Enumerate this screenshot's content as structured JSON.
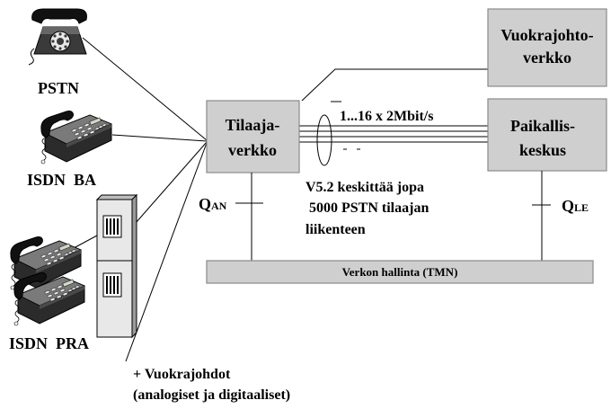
{
  "terminals": {
    "pstn": "PSTN",
    "isdn_ba": "ISDN  BA",
    "isdn_pra": "ISDN  PRA"
  },
  "leased_lines": [
    "+ Vuokrajohdot",
    "(analogiset ja digitaaliset)"
  ],
  "boxes": {
    "access_network": [
      "Tilaaja-",
      "verkko"
    ],
    "leased_line_network": [
      "Vuokrajohto-",
      "verkko"
    ],
    "local_exchange": [
      "Paikallis-",
      "keskus"
    ],
    "management": "Verkon hallinta (TMN)"
  },
  "trunk": {
    "label": "1...16 x 2Mbit/s"
  },
  "v52_note": [
    "V5.2 keskittää jopa",
    " 5000 PSTN tilaajan",
    "liikenteen"
  ],
  "q_interfaces": {
    "an": {
      "q": "Q",
      "sub": "AN"
    },
    "le": {
      "q": "Q",
      "sub": "LE"
    }
  },
  "colors": {
    "box_fill": "#cfcfcf",
    "box_border": "#8a8a8a",
    "line": "#000000"
  }
}
